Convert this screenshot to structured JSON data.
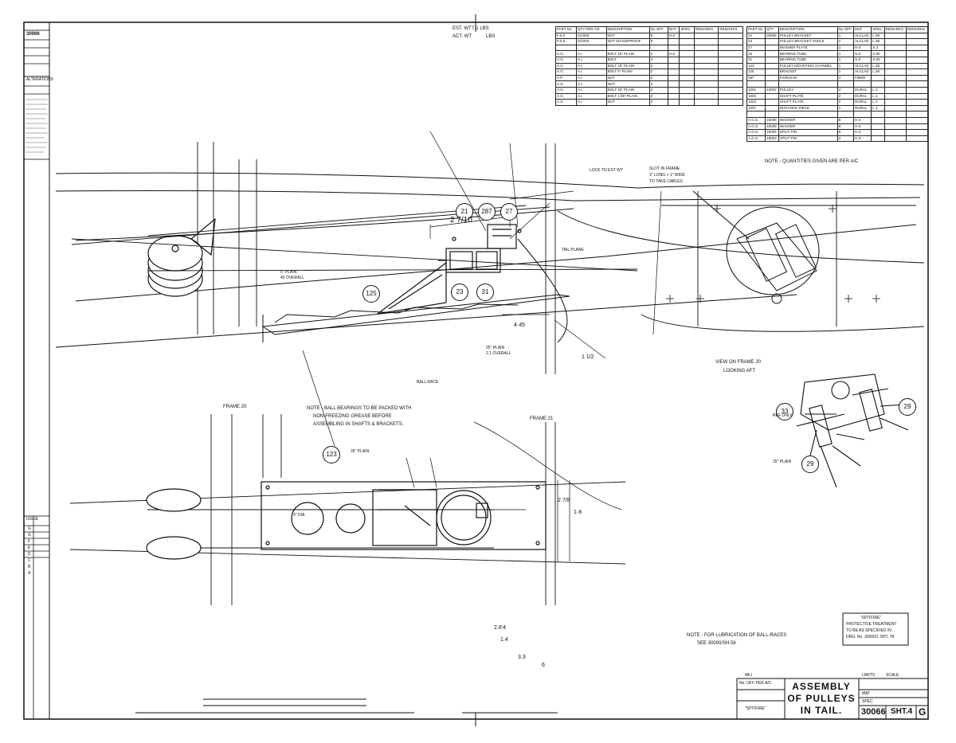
{
  "drawing": {
    "title_line1": "ASSEMBLY",
    "title_line2": "OF PULLEYS",
    "title_line3": "IN TAIL.",
    "number": "30066",
    "sheet": "SHT.4",
    "issue": "G",
    "top_left_stamp": "30066",
    "est_wt_label": "EST. WT",
    "act_wt_label": "ACT. WT",
    "est_wt_value": "7·1 LBS",
    "act_wt_value": "LBS",
    "quantities_note": "NOTE - QUANTITIES GIVEN ARE PER A/C",
    "ball_bearing_note_line1": "NOTE - BALL BEARINGS TO BE PACKED WITH",
    "ball_bearing_note_line2": "NON-FREEZING GREASE BEFORE",
    "ball_bearing_note_line3": "ASSEMBLING IN SHAFTS & BRACKETS.",
    "lubrication_note_line1": "NOTE - FOR LUBRICATION OF BALL-RACES",
    "lubrication_note_line2": "SEE 30000/SH.56",
    "view_label_line1": "VIEW ON FRAME 20",
    "view_label_line2": "LOOKING AFT",
    "frame_20": "FRAME 20",
    "frame_21": "FRAME 21",
    "slot_note_line1": "SLOT IN FRAME",
    "slot_note_line2": "3\" LONG × 1\" WIDE",
    "slot_note_line3": "TO TAKE CABLES",
    "lock_note": "LOCK TO EST WT",
    "tail_plane": "TAIL PLANE",
    "protective_line1": "\"SPITFIRE\"",
    "protective_line2": "PROTECTIVE TREATMENT",
    "protective_line3": "TO BE AS SPECIFIED IN",
    "protective_line4": "DRG. No. 30000/1 SHT. 78",
    "spitfire_box": "\"SPITFIRE\"",
    "mk_label": "Mk.I",
    "no_off_label": "No. OFF PER A/C",
    "mat_label": "MAT",
    "spec_label": "SPEC",
    "limits_label": "LIMITS",
    "scale_label": "SCALE",
    "issue_label": "ISSUE",
    "issue_letters": [
      "G",
      "G",
      "F",
      "E",
      "D",
      "C",
      "B",
      "A"
    ],
    "margin_header": "ALTERATIONS",
    "dim_2_7_10": "2 7/10",
    "dim_4_45": "4·45",
    "dim_1_8": "1·8",
    "dim_2_7_8": "2 7/8",
    "dim_5_plain": "5\" PLAIN",
    "dim_45_overall": "45 OVERALL",
    "dim_35_plain": "35\" PLAIN",
    "dim_25_plain": "25\" PLAIN",
    "dim_2_overall": "2.1 OVERALL",
    "ball_race": "BALL RACE",
    "dim_1_half": "1 1/2",
    "ref_only": "REF ONLY",
    "dia_label": "3\" DIA",
    "hand_notes": [
      "2.8'4",
      "1.4",
      "3.3",
      "6"
    ]
  },
  "balloons": {
    "b21": "21",
    "b287": "287",
    "b27": "27",
    "b125": "125",
    "b23": "23",
    "b31": "31",
    "b123": "123",
    "b33": "33",
    "b29a": "29",
    "b29b": "29"
  },
  "parts_table_left": {
    "header": [
      "PART No",
      "QTY PER A/C",
      "DESCRIPTION",
      "No OFF",
      "MAT",
      "SPEC",
      "REMARKS",
      "REMARKS"
    ],
    "rows": [
      [
        "F.S.2",
        "S/1000",
        "NUT",
        "8",
        "H.S",
        "",
        "",
        ""
      ],
      [
        "F.S.5",
        "S/1000",
        "NUT SHAKEPROOF",
        "8",
        "",
        "",
        "",
        ""
      ],
      [
        "",
        "",
        "",
        "",
        "",
        "",
        "",
        ""
      ],
      [
        "A.G.",
        "A.I.",
        "BOLT 15\" PLAIN",
        "2",
        "H.S",
        "",
        "",
        ""
      ],
      [
        "A.G.",
        "A.I.",
        "BOLT",
        "4",
        "",
        "",
        "",
        ""
      ],
      [
        "A.G.",
        "A.I.",
        "BOLT 15\" PLAIN",
        "2",
        "",
        "",
        "",
        ""
      ],
      [
        "A.G.",
        "A.I.",
        "BOLT 6\" PLAIN",
        "2",
        "",
        "",
        "",
        ""
      ],
      [
        "A.P.",
        "A.I.",
        "NUT",
        "2",
        "",
        "",
        "",
        ""
      ],
      [
        "A.S.",
        "A.I.",
        "NUT",
        "2",
        "",
        "",
        "",
        ""
      ],
      [
        "A.G.",
        "A.I.",
        "BOLT 45\" PLAIN",
        "2",
        "",
        "",
        "",
        ""
      ],
      [
        "A.G.",
        "A.I.",
        "BOLT 1.95\" PLAIN",
        "2",
        "",
        "",
        "",
        ""
      ],
      [
        "A.S.",
        "A.I.",
        "NUT",
        "2",
        "",
        "",
        "",
        ""
      ]
    ]
  },
  "parts_table_right": {
    "header": [
      "PART No",
      "QTY",
      "DESCRIPTION",
      "No OFF",
      "MAT",
      "SPEC",
      "REMARKS",
      "REMARKS"
    ],
    "rows": [
      [
        "21",
        "30066",
        "PULLEY BRACKET",
        "1",
        "ALCLAD",
        "L.38",
        "",
        ""
      ],
      [
        "23",
        "",
        "PULLEY BRACKET ANGLE",
        "1",
        "ALCLAD",
        "L.38",
        "",
        ""
      ],
      [
        "27",
        "",
        "WASHER PLATE",
        "1",
        "H.S",
        "S.3",
        "",
        ""
      ],
      [
        "29",
        "",
        "BEARING TUBE",
        "1",
        "S.S",
        "S.80",
        "",
        ""
      ],
      [
        "31",
        "",
        "BEARING TUBE",
        "1",
        "S.S",
        "S.80",
        "",
        ""
      ],
      [
        "123",
        "",
        "PULLEY MOUNTING CHANNEL",
        "1",
        "ALCLAD",
        "L.38",
        "",
        ""
      ],
      [
        "125",
        "",
        "BRACKET",
        "1",
        "ALCLAD",
        "L.38",
        "",
        ""
      ],
      [
        "287",
        "",
        "FAIRLEAD",
        "1",
        "FIBRE",
        "",
        "",
        ""
      ],
      [
        "",
        "",
        "",
        "",
        "",
        "",
        "",
        ""
      ],
      [
        "1001",
        "23002",
        "PULLEY",
        "4",
        "DURAL",
        "L.1",
        "",
        ""
      ],
      [
        "1002",
        "",
        "SHAFT PLATE",
        "2",
        "DURAL",
        "L.1",
        "",
        ""
      ],
      [
        "1003",
        "",
        "SHAFT PLATE",
        "2",
        "DURAL",
        "L.1",
        "",
        ""
      ],
      [
        "1007",
        "",
        "DISTANCE PIECE",
        "1",
        "DURAL",
        "L.1",
        "",
        ""
      ],
      [
        "",
        "",
        "",
        "",
        "",
        "",
        "",
        ""
      ],
      [
        "A.G.S.",
        "15008",
        "WASHER",
        "8",
        "H.S",
        "",
        "",
        ""
      ],
      [
        "A.G.S.",
        "15005",
        "WASHER",
        "8",
        "H.S",
        "",
        "",
        ""
      ],
      [
        "A.G.S.",
        "15005",
        "SPLIT PIN",
        "8",
        "H.S",
        "",
        "",
        ""
      ],
      [
        "A.G.S.",
        "15003",
        "SPLIT PIN",
        "2",
        "H.S",
        "",
        "",
        ""
      ]
    ]
  },
  "colors": {
    "ink": "#111111",
    "paper": "#ffffff"
  }
}
